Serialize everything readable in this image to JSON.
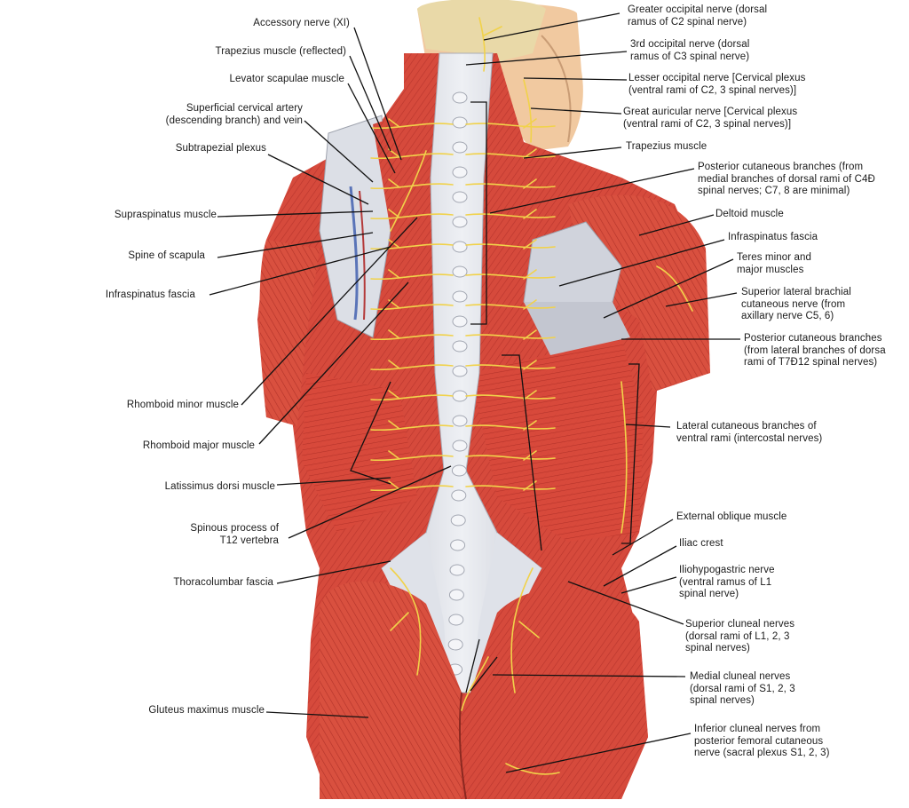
{
  "labels_left": [
    {
      "id": "accessory-nerve",
      "lines": [
        "Accessory nerve (XI)"
      ]
    },
    {
      "id": "trapezius-reflected",
      "lines": [
        "Trapezius muscle (reflected)"
      ]
    },
    {
      "id": "levator-scapulae",
      "lines": [
        "Levator scapulae muscle"
      ]
    },
    {
      "id": "superficial-cervical-artery",
      "lines": [
        "Superficial cervical artery",
        "(descending branch) and vein"
      ]
    },
    {
      "id": "subtrapezial-plexus",
      "lines": [
        "Subtrapezial plexus"
      ]
    },
    {
      "id": "supraspinatus",
      "lines": [
        "Supraspinatus muscle"
      ]
    },
    {
      "id": "spine-of-scapula",
      "lines": [
        "Spine of scapula"
      ]
    },
    {
      "id": "infraspinatus-fascia-left",
      "lines": [
        "Infraspinatus fascia"
      ]
    },
    {
      "id": "rhomboid-minor",
      "lines": [
        "Rhomboid minor muscle"
      ]
    },
    {
      "id": "rhomboid-major",
      "lines": [
        "Rhomboid major muscle"
      ]
    },
    {
      "id": "latissimus-dorsi",
      "lines": [
        "Latissimus dorsi muscle"
      ]
    },
    {
      "id": "spinous-process-t12",
      "lines": [
        "Spinous process of",
        "T12 vertebra"
      ]
    },
    {
      "id": "thoracolumbar-fascia",
      "lines": [
        "Thoracolumbar fascia"
      ]
    },
    {
      "id": "gluteus-maximus",
      "lines": [
        "Gluteus maximus muscle"
      ]
    }
  ],
  "labels_right": [
    {
      "id": "greater-occipital",
      "lines": [
        "Greater occipital nerve (dorsal",
        "ramus of C2 spinal nerve)"
      ]
    },
    {
      "id": "third-occipital",
      "lines": [
        "3rd occipital nerve (dorsal",
        "ramus of C3 spinal nerve)"
      ]
    },
    {
      "id": "lesser-occipital",
      "lines": [
        "Lesser occipital nerve [Cervical plexus",
        "(ventral rami of C2, 3 spinal nerves)]"
      ]
    },
    {
      "id": "great-auricular",
      "lines": [
        "Great auricular nerve [Cervical plexus",
        "(ventral rami of C2, 3 spinal nerves)]"
      ]
    },
    {
      "id": "trapezius",
      "lines": [
        "Trapezius muscle"
      ]
    },
    {
      "id": "posterior-cutaneous-medial",
      "lines": [
        "Posterior cutaneous branches (from",
        "medial branches of dorsal rami of C4Ð",
        "spinal nerves; C7, 8 are minimal)"
      ]
    },
    {
      "id": "deltoid",
      "lines": [
        "Deltoid muscle"
      ]
    },
    {
      "id": "infraspinatus-fascia-right",
      "lines": [
        "Infraspinatus fascia"
      ]
    },
    {
      "id": "teres-minor-major",
      "lines": [
        "Teres minor and",
        "major muscles"
      ]
    },
    {
      "id": "superior-lateral-brachial",
      "lines": [
        "Superior lateral brachial",
        "cutaneous nerve (from",
        "axillary nerve C5, 6)"
      ]
    },
    {
      "id": "posterior-cutaneous-lateral",
      "lines": [
        "Posterior cutaneous branches",
        "(from lateral branches of dorsa",
        "rami of T7Ð12 spinal nerves)"
      ]
    },
    {
      "id": "lateral-cutaneous",
      "lines": [
        "Lateral cutaneous branches of",
        "ventral rami (intercostal nerves)"
      ]
    },
    {
      "id": "external-oblique",
      "lines": [
        "External oblique muscle"
      ]
    },
    {
      "id": "iliac-crest",
      "lines": [
        "Iliac crest"
      ]
    },
    {
      "id": "iliohypogastric",
      "lines": [
        "Iliohypogastric nerve",
        "(ventral ramus of L1",
        "spinal nerve)"
      ]
    },
    {
      "id": "superior-cluneal",
      "lines": [
        "Superior cluneal nerves",
        "(dorsal rami of L1, 2, 3",
        "spinal nerves)"
      ]
    },
    {
      "id": "medial-cluneal",
      "lines": [
        "Medial cluneal nerves",
        "(dorsal rami of S1, 2, 3",
        "spinal nerves)"
      ]
    },
    {
      "id": "inferior-cluneal",
      "lines": [
        "Inferior cluneal nerves from",
        "posterior femoral cutaneous",
        "nerve (sacral plexus S1, 2, 3)"
      ]
    }
  ],
  "colors": {
    "muscle": "#d64a3c",
    "muscle_dark": "#a8302a",
    "muscle_light": "#e8776a",
    "fascia": "#e4e6ec",
    "fascia_shade": "#b9bcc6",
    "nerve": "#f1d24a",
    "skin": "#f1c9a0",
    "hair": "#e9d9a8",
    "leader": "#111111"
  }
}
